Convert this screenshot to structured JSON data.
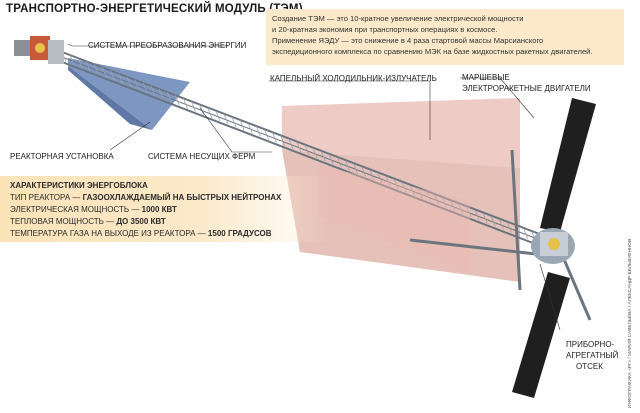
{
  "title": "ТРАНСПОРТНО-ЭНЕРГЕТИЧЕСКИЙ МОДУЛЬ (ТЭМ)",
  "note": {
    "lines": [
      "Создание ТЭМ — это 10-кратное увеличение электрической мощности",
      "и 20-кратная экономия при транспортных операциях в космосе.",
      "Применение ЯЭДУ — это снижение в 4 раза стартовой массы Марсианского",
      "экспедиционного комплекса по сравнению МЭК на базе жидкостных ракетных двигателей."
    ]
  },
  "labels": {
    "energy_conversion": "Система преобразования энергии",
    "droplet_radiator": "Капельный холодильник-излучатель",
    "thrusters_1": "Маршевые",
    "thrusters_2": "электроракетные двигатели",
    "reactor": "Реакторная установка",
    "truss": "Система несущих ферм",
    "instrument_1": "Приборно-",
    "instrument_2": "агрегатный",
    "instrument_3": "отсек"
  },
  "specs": {
    "heading": "Характеристики энергоблока",
    "reactor_type_label": "Тип реактора —",
    "reactor_type_value": "газоохлаждаемый на быстрых нейтронах",
    "electric_power_label": "Электрическая мощность —",
    "electric_power_value": "1000 кВт",
    "thermal_power_label": "Тепловая мощность —",
    "thermal_power_value": "до 3500 кВт",
    "gas_temp_label": "Температура газа на выходе из реактора —",
    "gas_temp_value": "1500 градусов"
  },
  "credit": "Инфографика «РГ» / Мария Савельева / Александр Бельвуеннов",
  "colors": {
    "truss": "#6b7580",
    "radiator": "#e8b9b0",
    "panel": "#1f1f1f",
    "shield": "#7d97c2",
    "note_bg": "#fbe9c9"
  }
}
